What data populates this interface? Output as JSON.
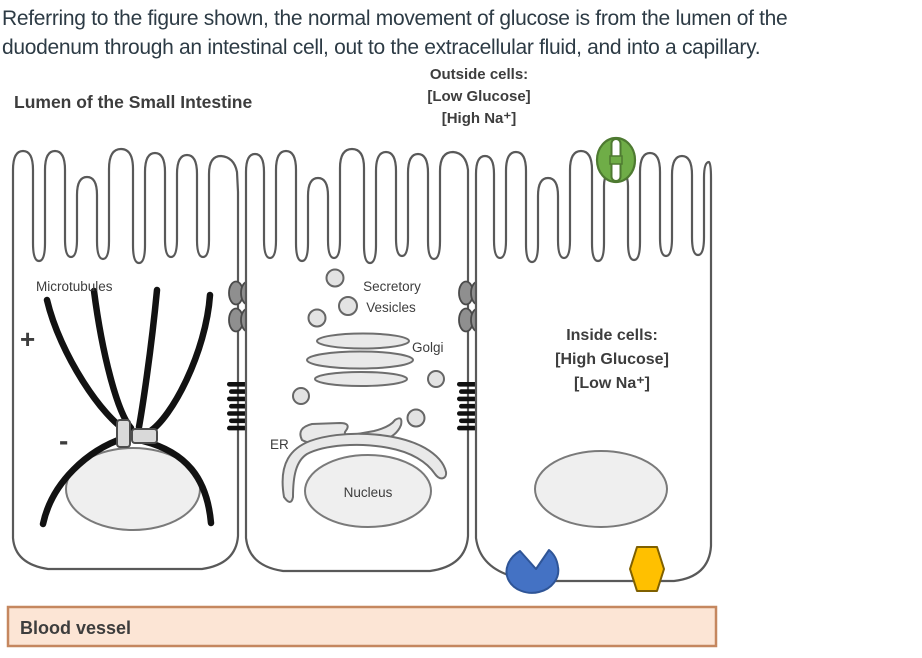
{
  "question": {
    "line1": "Referring to the figure shown, the normal movement of glucose is from the lumen of the",
    "line2": "duodenum through an intestinal cell, out to the extracellular fluid, and into a capillary."
  },
  "figure": {
    "lumen_label": "Lumen of the Small Intestine",
    "outside_cells": {
      "title": "Outside cells:",
      "glucose": "[Low Glucose]",
      "sodium": "[High Na⁺]"
    },
    "inside_cells": {
      "title": "Inside cells:",
      "glucose": "[High Glucose]",
      "sodium": "[Low Na⁺]"
    },
    "labels": {
      "microtubules": "Microtubules",
      "plus": "+",
      "minus": "-",
      "secretory_line1": "Secretory",
      "secretory_line2": "Vesicles",
      "golgi": "Golgi",
      "er": "ER",
      "nucleus": "Nucleus"
    },
    "blood_vessel_label": "Blood vessel",
    "colors": {
      "apical_channel_green": "#6fad47",
      "apical_channel_border": "#4e7a31",
      "basolateral_transporter_blue": "#4472c4",
      "basolateral_pump_yellow": "#ffc000",
      "blood_vessel_fill": "#fce5d5",
      "blood_vessel_border": "#c5875f",
      "membrane_stroke": "#595959",
      "question_text_color": "#2d3b45"
    }
  }
}
